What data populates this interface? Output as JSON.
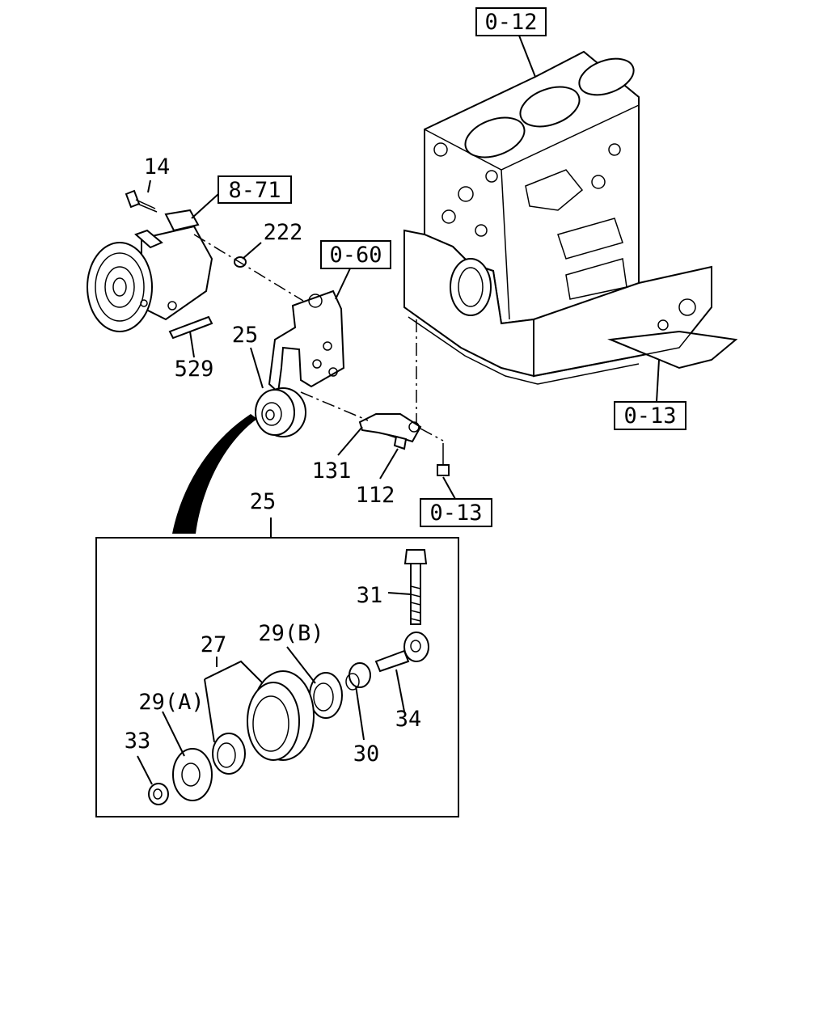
{
  "refs": {
    "r012": "0-12",
    "r871": "8-71",
    "r060": "0-60",
    "r013a": "0-13",
    "r013b": "0-13"
  },
  "parts": {
    "p14": "14",
    "p222": "222",
    "p529": "529",
    "p25": "25",
    "p131": "131",
    "p112": "112",
    "p25d": "25",
    "p31": "31",
    "p27": "27",
    "p29b": "29(B)",
    "p29a": "29(A)",
    "p33": "33",
    "p34": "34",
    "p30": "30"
  }
}
